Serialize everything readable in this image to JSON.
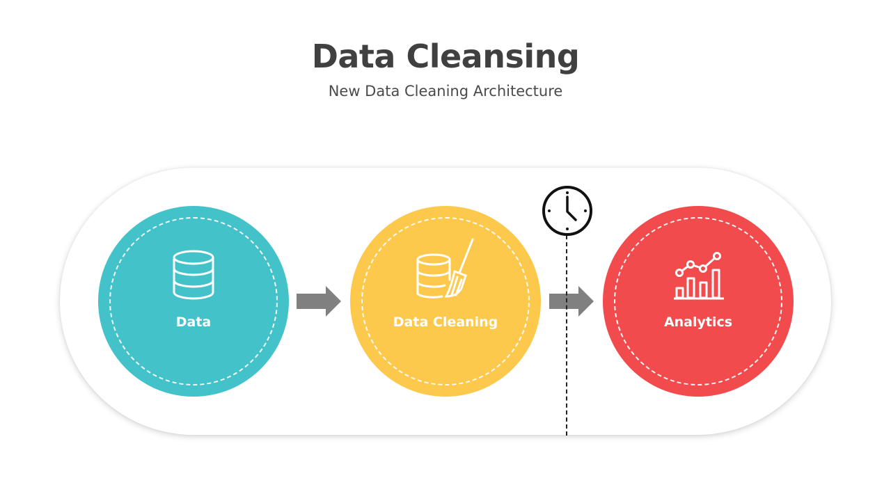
{
  "header": {
    "title": "Data Cleansing",
    "subtitle": "New Data Cleaning Architecture"
  },
  "steps": [
    {
      "label": "Data",
      "color": "#43c3c9",
      "icon": "database-icon"
    },
    {
      "label": "Data  Cleaning",
      "color": "#fdc94c",
      "icon": "database-broom-icon"
    },
    {
      "label": "Analytics",
      "color": "#f24b4e",
      "icon": "analytics-chart-icon"
    }
  ],
  "arrow_color": "#808080",
  "timeline": {
    "icon": "clock-icon"
  }
}
